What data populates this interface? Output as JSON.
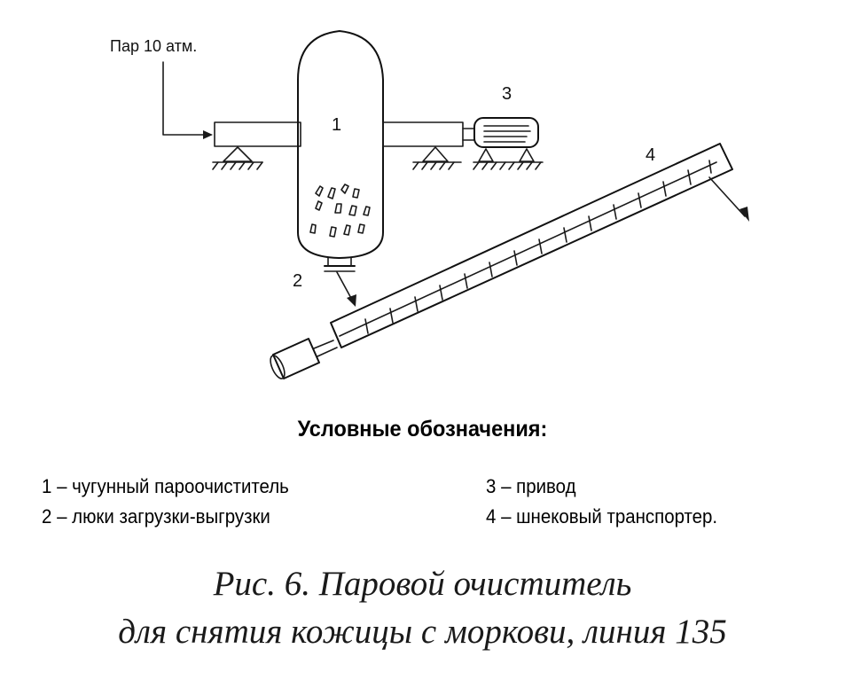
{
  "diagram": {
    "steam_label": "Пар 10 атм.",
    "callouts": [
      "1",
      "2",
      "3",
      "4"
    ]
  },
  "legend": {
    "title": "Условные обозначения:",
    "items": [
      "1 – чугунный пароочиститель",
      "2 – люки загрузки-выгрузки",
      "3 – привод",
      "4 – шнековый транспортер."
    ]
  },
  "caption": {
    "line1": "Рис. 6. Паровой очиститель",
    "line2": "для снятия кожицы с моркови, линия 135"
  }
}
